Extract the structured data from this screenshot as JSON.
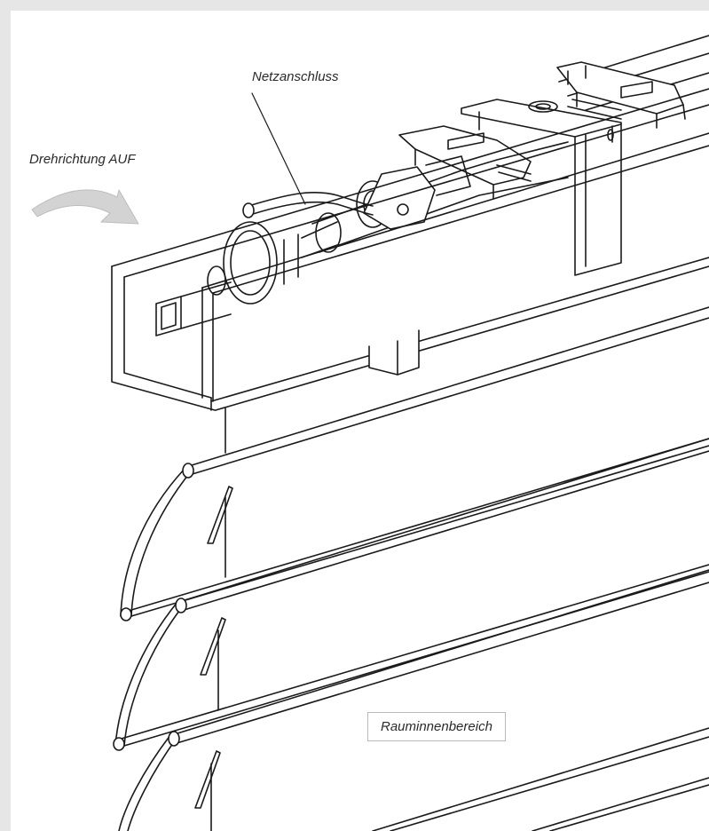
{
  "labels": {
    "power_connection": "Netzanschluss",
    "rotation_direction": "Drehrichtung AUF",
    "room_interior": "Rauminnenbereich"
  },
  "colors": {
    "line": "#1a1a1a",
    "arrow_fill": "#d3d3d3",
    "frame_border": "#e6e6e6",
    "label_box_border": "#b9b9b9"
  },
  "icons": [
    "curved-arrow-icon"
  ]
}
